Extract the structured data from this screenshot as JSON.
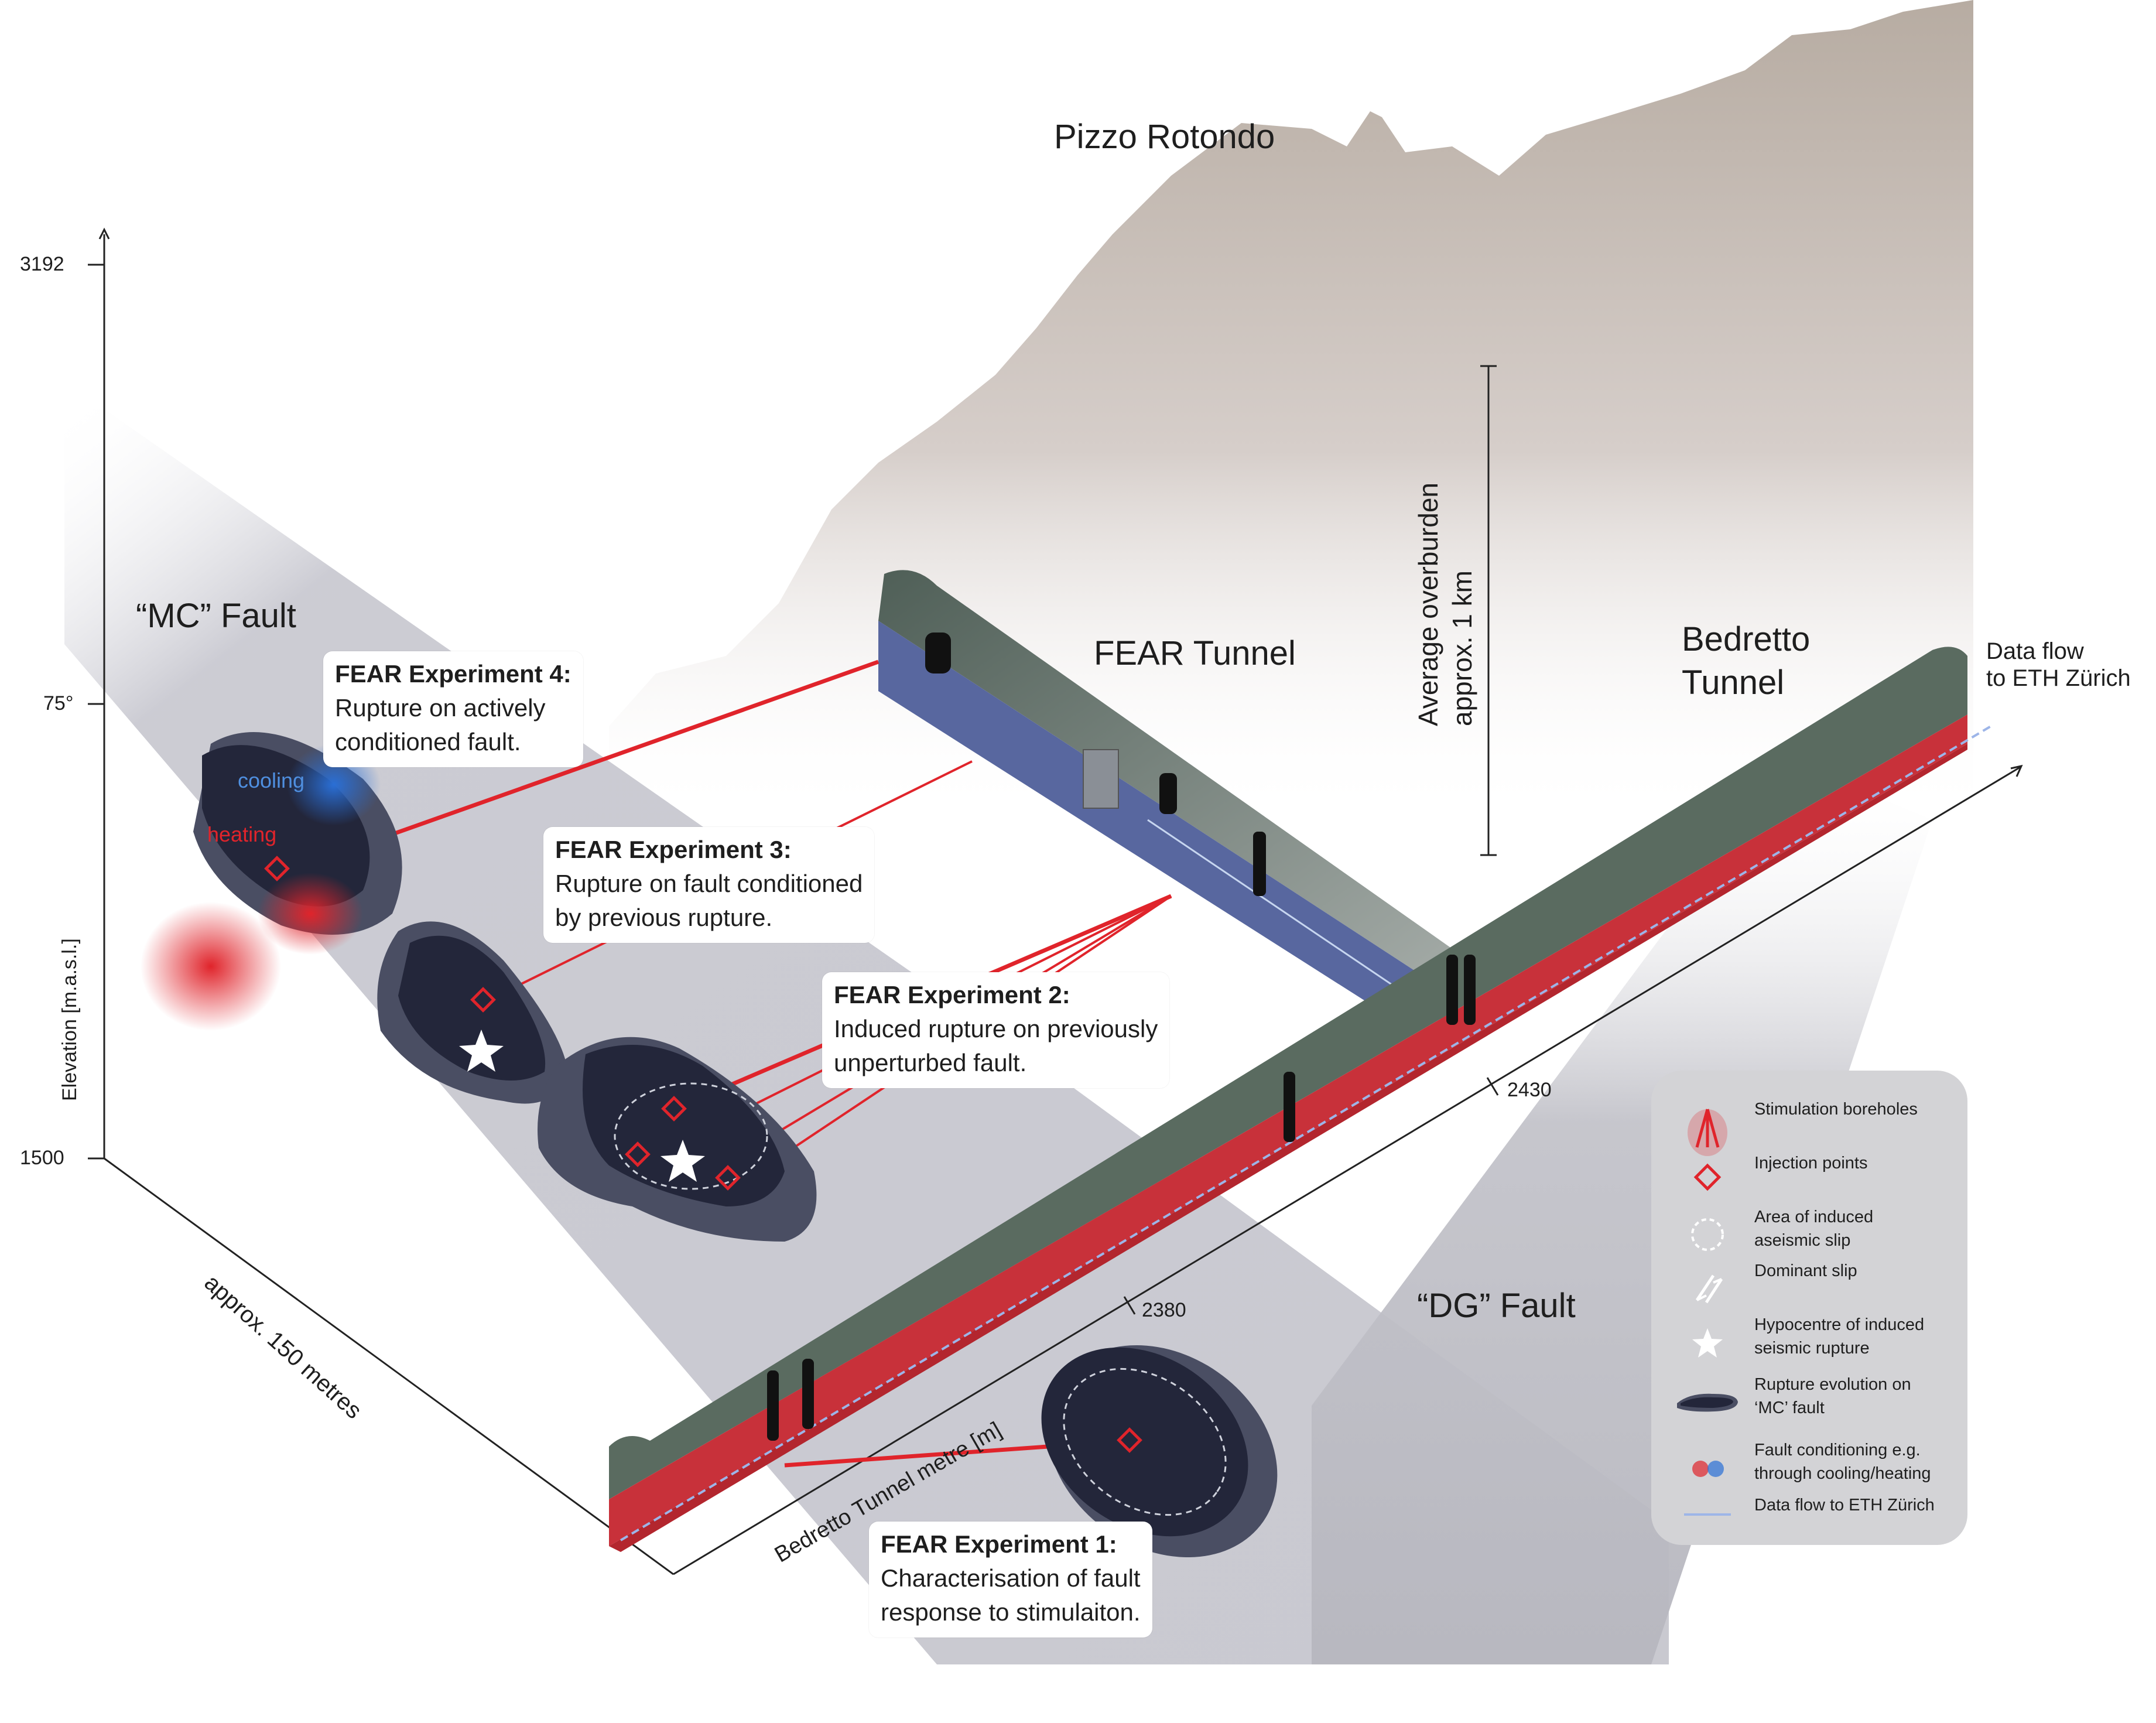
{
  "mountain": {
    "name": "Pizzo Rotondo"
  },
  "faults": {
    "mc": "“MC” Fault",
    "dg": "“DG” Fault"
  },
  "tunnels": {
    "fear": "FEAR Tunnel",
    "bedretto_line1": "Bedretto",
    "bedretto_line2": "Tunnel"
  },
  "data_flow": {
    "line1": "Data flow",
    "line2": "to ETH Zürich"
  },
  "overburden": {
    "line1": "Average overburden",
    "line2": "approx. 1 km"
  },
  "axes": {
    "elevation_label": "Elevation [m.a.s.l.]",
    "elevation_top": "3192",
    "elevation_bottom": "1500",
    "dip": "75°",
    "width_label": "approx. 150 metres",
    "tunnel_metre_label": "Bedretto Tunnel metre [m]",
    "tm_2380": "2380",
    "tm_2430": "2430"
  },
  "conditioning": {
    "cooling": "cooling",
    "heating": "heating"
  },
  "experiments": [
    {
      "title": "FEAR Experiment 1:",
      "line1": "Characterisation of fault",
      "line2": "response to stimulaiton."
    },
    {
      "title": "FEAR Experiment 2:",
      "line1": "Induced rupture on previously",
      "line2": "unperturbed fault."
    },
    {
      "title": "FEAR Experiment 3:",
      "line1": "Rupture on fault conditioned",
      "line2": "by previous rupture."
    },
    {
      "title": "FEAR Experiment 4:",
      "line1": "Rupture on actively",
      "line2": "conditioned fault."
    }
  ],
  "legend": [
    {
      "icon": "stimulation-boreholes-icon",
      "line1": "Stimulation boreholes",
      "line2": ""
    },
    {
      "icon": "injection-point-icon",
      "line1": "Injection points",
      "line2": ""
    },
    {
      "icon": "aseismic-slip-area-icon",
      "line1": "Area of induced",
      "line2": "aseismic slip"
    },
    {
      "icon": "dominant-slip-icon",
      "line1": "Dominant slip",
      "line2": ""
    },
    {
      "icon": "hypocentre-star-icon",
      "line1": "Hypocentre of induced",
      "line2": "seismic rupture"
    },
    {
      "icon": "rupture-evolution-icon",
      "line1": "Rupture evolution on",
      "line2": "‘MC’ fault"
    },
    {
      "icon": "fault-conditioning-icon",
      "line1": "Fault conditioning e.g.",
      "line2": "through cooling/heating"
    },
    {
      "icon": "data-flow-line-icon",
      "line1": "Data flow to ETH Zürich",
      "line2": ""
    }
  ],
  "colors": {
    "tunnel_wall": "#5a6b60",
    "tunnel_floor": "#c8313a",
    "fear_floor": "#4f5f9a",
    "fault_plane": "#c9c9d0",
    "mountain": "#bfb4ab",
    "disc": "#23263a",
    "legend_bg": "#d3d3d6"
  }
}
